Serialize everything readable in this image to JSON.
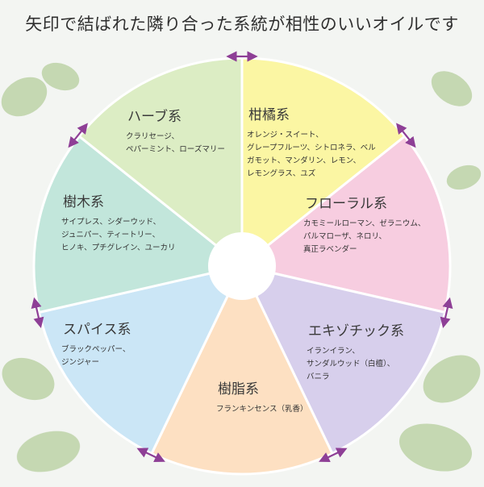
{
  "headline": "矢印で結ばれた隣り合った系統が相性のいいオイルです",
  "center_color": "#ffffff",
  "arrow_color": "#8e3f96",
  "segments": [
    {
      "id": "citrus",
      "title": "柑橘系",
      "items": [
        "オレンジ・スイート、",
        "グレープフルーツ、シトロネラ、ベル",
        "ガモット、マンダリン、レモン、",
        "レモングラス、ユズ"
      ],
      "color": "#fbf6a3"
    },
    {
      "id": "floral",
      "title": "フローラル系",
      "items": [
        "カモミールローマン、ゼラニウム、",
        "パルマローザ、ネロリ、",
        "真正ラベンダー"
      ],
      "color": "#f7cde0"
    },
    {
      "id": "exotic",
      "title": "エキゾチック系",
      "items": [
        "イランイラン、",
        "サンダルウッド（白檀）、",
        "バニラ"
      ],
      "color": "#d7cfec"
    },
    {
      "id": "resin",
      "title": "樹脂系",
      "items": [
        "フランキンセンス（乳香）"
      ],
      "color": "#fde0c2"
    },
    {
      "id": "spice",
      "title": "スパイス系",
      "items": [
        "ブラックペッパー、",
        "ジンジャー"
      ],
      "color": "#cbe6f6"
    },
    {
      "id": "wood",
      "title": "樹木系",
      "items": [
        "サイプレス、シダーウッド、",
        "ジュニパー、ティートリー、",
        "ヒノキ、プチグレイン、ユーカリ"
      ],
      "color": "#c2e6db"
    },
    {
      "id": "herb",
      "title": "ハーブ系",
      "items": [
        "クラリセージ、",
        "ペパーミント、ローズマリー"
      ],
      "color": "#dcedc4"
    }
  ]
}
